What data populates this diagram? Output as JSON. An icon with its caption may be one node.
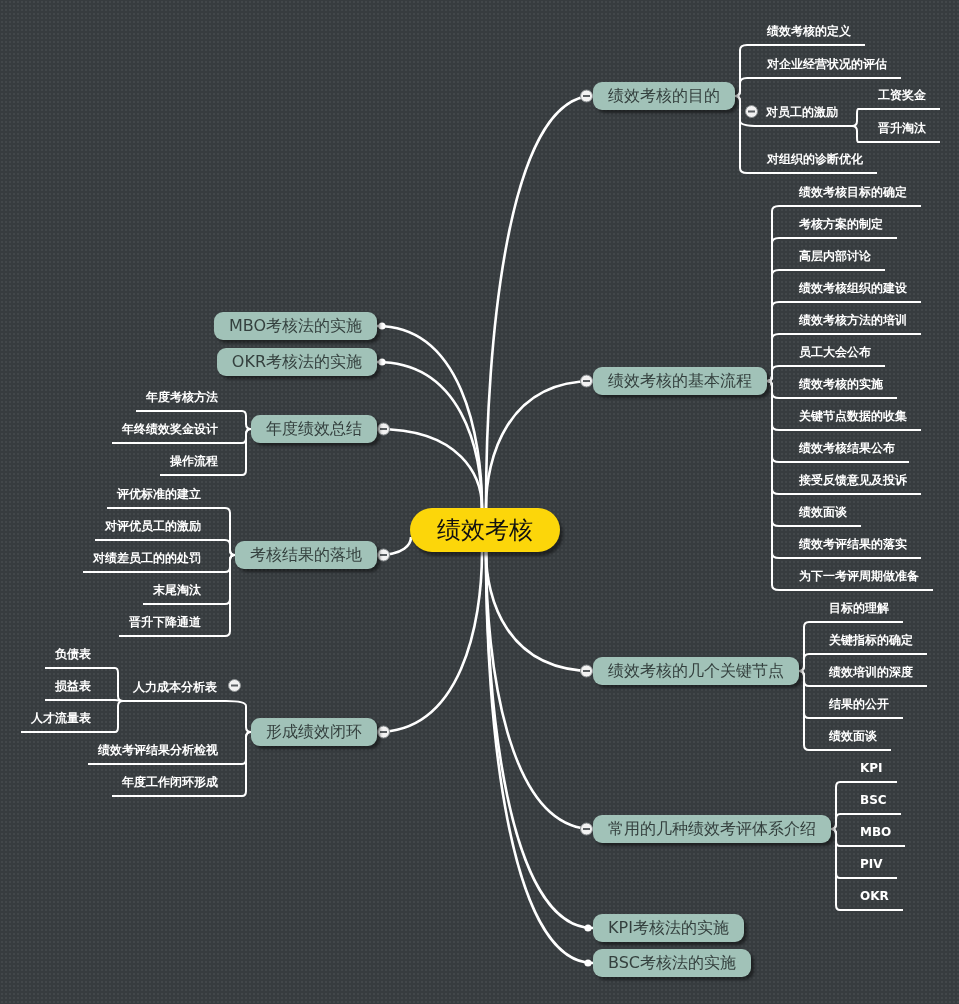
{
  "diagram": {
    "nodes": [
      {
        "text": [
          "绩效考核"
        ]
      },
      {
        "text": [
          "绩效考核的目的"
        ]
      },
      {
        "text": [
          "绩效考核的定义"
        ]
      },
      {
        "text": [
          "对企业经营状况的评估"
        ]
      },
      {
        "text": [
          "对员工的激励"
        ]
      },
      {
        "text": [
          "工资奖金"
        ]
      },
      {
        "text": [
          "晋升淘汰"
        ]
      },
      {
        "text": [
          "对组织的诊断优化"
        ]
      },
      {
        "text": [
          "绩效考核的基本流程"
        ]
      },
      {
        "text": [
          "绩效考核目标的确定"
        ]
      },
      {
        "text": [
          "考核方案的制定"
        ]
      },
      {
        "text": [
          "高层内部讨论"
        ]
      },
      {
        "text": [
          "绩效考核组织的建设"
        ]
      },
      {
        "text": [
          "绩效考核方法的培训"
        ]
      },
      {
        "text": [
          "员工大会公布"
        ]
      },
      {
        "text": [
          "绩效考核的实施"
        ]
      },
      {
        "text": [
          "关键节点数据的收集"
        ]
      },
      {
        "text": [
          "绩效考核结果公布"
        ]
      },
      {
        "text": [
          "接受反馈意见及投诉"
        ]
      },
      {
        "text": [
          "绩效面谈"
        ]
      },
      {
        "text": [
          "绩效考评结果的落实"
        ]
      },
      {
        "text": [
          "为下一考评周期做准备"
        ]
      },
      {
        "text": [
          "绩效考核的几个关键节点"
        ]
      },
      {
        "text": [
          "目标的理解"
        ]
      },
      {
        "text": [
          "关键指标的确定"
        ]
      },
      {
        "text": [
          "绩效培训的深度"
        ]
      },
      {
        "text": [
          "结果的公开"
        ]
      },
      {
        "text": [
          "绩效面谈"
        ]
      },
      {
        "text": [
          "常用的几种绩效考评体系介绍"
        ]
      },
      {
        "text": [
          "KPI"
        ]
      },
      {
        "text": [
          "BSC"
        ]
      },
      {
        "text": [
          "MBO"
        ]
      },
      {
        "text": [
          "PIV"
        ]
      },
      {
        "text": [
          "OKR"
        ]
      },
      {
        "text": [
          "KPI考核法的实施"
        ]
      },
      {
        "text": [
          "BSC考核法的实施"
        ]
      },
      {
        "text": [
          "MBO考核法的实施"
        ]
      },
      {
        "text": [
          "OKR考核法的实施"
        ]
      },
      {
        "text": [
          "年度绩效总结"
        ]
      },
      {
        "text": [
          "年度考核方法"
        ]
      },
      {
        "text": [
          "年终绩效奖金设计"
        ]
      },
      {
        "text": [
          "操作流程"
        ]
      },
      {
        "text": [
          "考核结果的落地"
        ]
      },
      {
        "text": [
          "评优标准的建立"
        ]
      },
      {
        "text": [
          "对评优员工的激励"
        ]
      },
      {
        "text": [
          "对绩差员工的的处罚"
        ]
      },
      {
        "text": [
          "末尾淘汰"
        ]
      },
      {
        "text": [
          "晋升下降通道"
        ]
      },
      {
        "text": [
          "形成绩效闭环"
        ]
      },
      {
        "text": [
          "人力成本分析表"
        ]
      },
      {
        "text": [
          "负债表"
        ]
      },
      {
        "text": [
          "损益表"
        ]
      },
      {
        "text": [
          "人才流量表"
        ]
      },
      {
        "text": [
          "绩效考评结果分析检视"
        ]
      },
      {
        "text": [
          "年度工作闭环形成"
        ]
      }
    ],
    "edges": [
      {
        "from": 0,
        "to": 1,
        "arrow": "other"
      },
      {
        "from": 1,
        "to": 2,
        "arrow": "none"
      },
      {
        "from": 1,
        "to": 3,
        "arrow": "none"
      },
      {
        "from": 1,
        "to": 4,
        "arrow": "none"
      },
      {
        "from": 4,
        "to": 5,
        "arrow": "none"
      },
      {
        "from": 4,
        "to": 6,
        "arrow": "none"
      },
      {
        "from": 1,
        "to": 7,
        "arrow": "none"
      },
      {
        "from": 0,
        "to": 8,
        "arrow": "other"
      },
      {
        "from": 8,
        "to": 9,
        "arrow": "none"
      },
      {
        "from": 8,
        "to": 10,
        "arrow": "none"
      },
      {
        "from": 8,
        "to": 11,
        "arrow": "none"
      },
      {
        "from": 8,
        "to": 12,
        "arrow": "none"
      },
      {
        "from": 8,
        "to": 13,
        "arrow": "none"
      },
      {
        "from": 8,
        "to": 14,
        "arrow": "none"
      },
      {
        "from": 8,
        "to": 15,
        "arrow": "none"
      },
      {
        "from": 8,
        "to": 16,
        "arrow": "none"
      },
      {
        "from": 8,
        "to": 17,
        "arrow": "none"
      },
      {
        "from": 8,
        "to": 18,
        "arrow": "none"
      },
      {
        "from": 8,
        "to": 19,
        "arrow": "none"
      },
      {
        "from": 8,
        "to": 20,
        "arrow": "none"
      },
      {
        "from": 8,
        "to": 21,
        "arrow": "none"
      },
      {
        "from": 0,
        "to": 22,
        "arrow": "other"
      },
      {
        "from": 22,
        "to": 23,
        "arrow": "none"
      },
      {
        "from": 22,
        "to": 24,
        "arrow": "none"
      },
      {
        "from": 22,
        "to": 25,
        "arrow": "none"
      },
      {
        "from": 22,
        "to": 26,
        "arrow": "none"
      },
      {
        "from": 22,
        "to": 27,
        "arrow": "none"
      },
      {
        "from": 0,
        "to": 28,
        "arrow": "other"
      },
      {
        "from": 28,
        "to": 29,
        "arrow": "none"
      },
      {
        "from": 28,
        "to": 30,
        "arrow": "none"
      },
      {
        "from": 28,
        "to": 31,
        "arrow": "none"
      },
      {
        "from": 28,
        "to": 32,
        "arrow": "none"
      },
      {
        "from": 28,
        "to": 33,
        "arrow": "none"
      },
      {
        "from": 0,
        "to": 34,
        "arrow": "other"
      },
      {
        "from": 0,
        "to": 35,
        "arrow": "other"
      },
      {
        "from": 0,
        "to": 36,
        "arrow": "other"
      },
      {
        "from": 0,
        "to": 37,
        "arrow": "other"
      },
      {
        "from": 0,
        "to": 38,
        "arrow": "other"
      },
      {
        "from": 38,
        "to": 39,
        "arrow": "none"
      },
      {
        "from": 38,
        "to": 40,
        "arrow": "none"
      },
      {
        "from": 38,
        "to": 41,
        "arrow": "none"
      },
      {
        "from": 0,
        "to": 42,
        "arrow": "other"
      },
      {
        "from": 42,
        "to": 43,
        "arrow": "none"
      },
      {
        "from": 42,
        "to": 44,
        "arrow": "none"
      },
      {
        "from": 42,
        "to": 45,
        "arrow": "none"
      },
      {
        "from": 42,
        "to": 46,
        "arrow": "none"
      },
      {
        "from": 42,
        "to": 47,
        "arrow": "none"
      },
      {
        "from": 0,
        "to": 48,
        "arrow": "other"
      },
      {
        "from": 48,
        "to": 49,
        "arrow": "none"
      },
      {
        "from": 49,
        "to": 50,
        "arrow": "none"
      },
      {
        "from": 49,
        "to": 51,
        "arrow": "none"
      },
      {
        "from": 49,
        "to": 52,
        "arrow": "none"
      },
      {
        "from": 48,
        "to": 53,
        "arrow": "none"
      },
      {
        "from": 48,
        "to": 54,
        "arrow": "none"
      }
    ]
  }
}
